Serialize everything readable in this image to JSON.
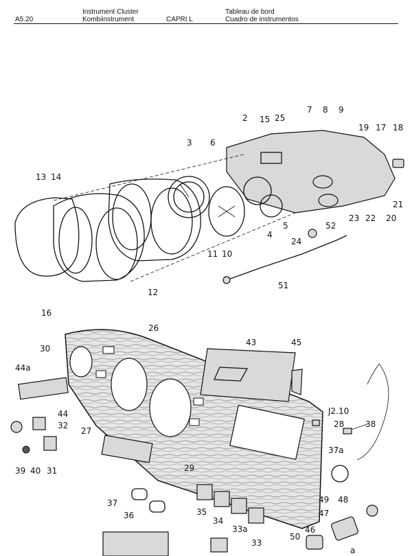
{
  "header": {
    "page_code": "A5.20",
    "title_en": "Instrument Cluster",
    "title_de": "Kombiinstrument",
    "model": "CAPRI  L",
    "title_fr": "Tableau de bord",
    "title_es": "Cuadro de instrumentos"
  },
  "callouts": [
    "13",
    "14",
    "16",
    "12",
    "11",
    "10",
    "3",
    "6",
    "2",
    "15",
    "25",
    "7",
    "8",
    "9",
    "19",
    "17",
    "18",
    "21",
    "20",
    "22",
    "23",
    "52",
    "24",
    "5",
    "4",
    "51",
    "26",
    "43",
    "45",
    "30",
    "44a",
    "44",
    "32",
    "27",
    "28",
    "38",
    "J2.10",
    "37a",
    "31",
    "40",
    "39",
    "29",
    "49",
    "48",
    "37",
    "36",
    "35",
    "34",
    "33a",
    "33",
    "47",
    "46",
    "50",
    "a"
  ]
}
